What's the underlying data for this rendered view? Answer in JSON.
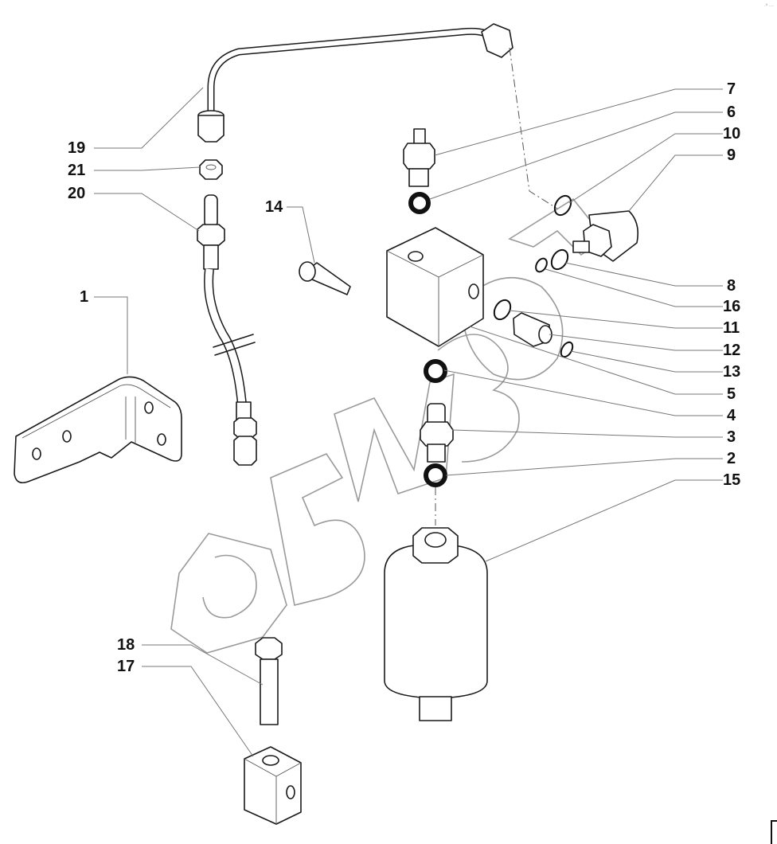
{
  "diagram": {
    "type": "exploded-parts-view",
    "watermark": "БИЗОН",
    "corner_mark": "·⁰ ···",
    "callouts": [
      {
        "id": "7",
        "part": "pressure switch"
      },
      {
        "id": "6",
        "part": "sealing washer"
      },
      {
        "id": "10",
        "part": "o-ring"
      },
      {
        "id": "9",
        "part": "solenoid valve"
      },
      {
        "id": "8",
        "part": "o-ring"
      },
      {
        "id": "16",
        "part": "o-ring"
      },
      {
        "id": "11",
        "part": "o-ring"
      },
      {
        "id": "12",
        "part": "union fitting"
      },
      {
        "id": "13",
        "part": "o-ring"
      },
      {
        "id": "5",
        "part": "manifold block"
      },
      {
        "id": "4",
        "part": "sealing washer"
      },
      {
        "id": "3",
        "part": "adapter nipple"
      },
      {
        "id": "2",
        "part": "sealing washer"
      },
      {
        "id": "15",
        "part": "filter / accumulator"
      },
      {
        "id": "14",
        "part": "screw"
      },
      {
        "id": "19",
        "part": "pipe"
      },
      {
        "id": "21",
        "part": "nut"
      },
      {
        "id": "20",
        "part": "union / hose"
      },
      {
        "id": "1",
        "part": "bracket"
      },
      {
        "id": "18",
        "part": "bolt"
      },
      {
        "id": "17",
        "part": "spacer block"
      }
    ]
  }
}
